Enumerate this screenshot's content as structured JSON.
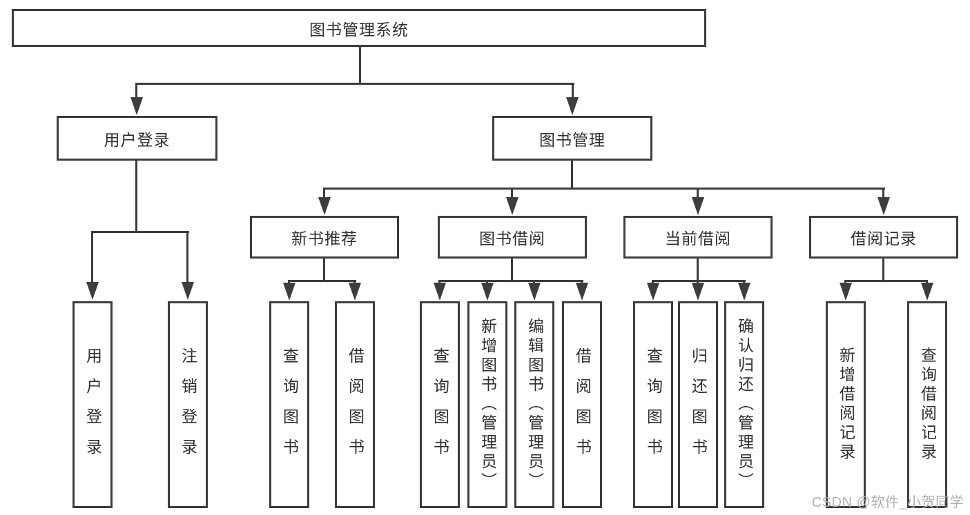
{
  "diagram": {
    "root": "图书管理系统",
    "branches": [
      {
        "label": "用户登录",
        "children": [
          "用户登录",
          "注销登录"
        ]
      },
      {
        "label": "图书管理",
        "sections": [
          {
            "label": "新书推荐",
            "children": [
              "查询图书",
              "借阅图书"
            ]
          },
          {
            "label": "图书借阅",
            "children": [
              "查询图书",
              "新增图书（管理员）",
              "编辑图书（管理员）",
              "借阅图书"
            ]
          },
          {
            "label": "当前借阅",
            "children": [
              "查询图书",
              "归还图书",
              "确认归还（管理员）"
            ]
          },
          {
            "label": "借阅记录",
            "children": [
              "新增借阅记录",
              "查询借阅记录"
            ]
          }
        ]
      }
    ]
  },
  "watermark": "CSDN @软件_小贺同学",
  "colors": {
    "line": "#3d3d3d",
    "text": "#2f2f2f",
    "watermark": "#b0b0b0",
    "background": "#ffffff"
  }
}
